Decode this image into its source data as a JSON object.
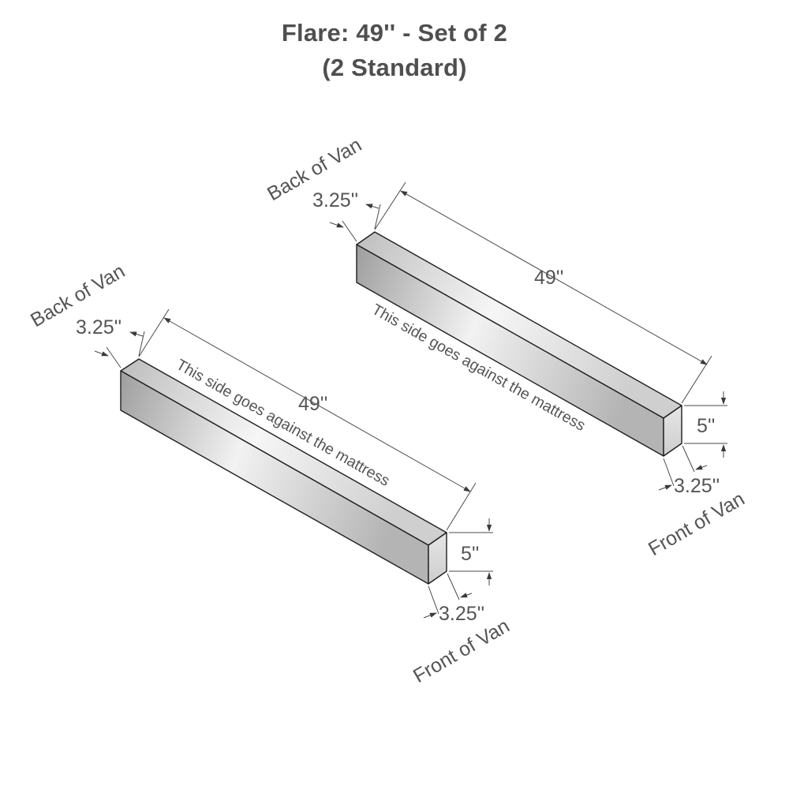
{
  "title": {
    "line1": "Flare:  49'' - Set of 2",
    "line2": "(2 Standard)"
  },
  "pieces": [
    {
      "back_label": "Back of Van",
      "depth_top": "3.25''",
      "length": "49''",
      "side_note": "This side goes against the mattress",
      "height": "5''",
      "depth_bottom": "3.25''",
      "front_label": "Front of Van"
    },
    {
      "back_label": "Back of Van",
      "depth_top": "3.25''",
      "length": "49''",
      "side_note": "This side goes against the mattress",
      "height": "5''",
      "depth_bottom": "3.25''",
      "front_label": "Front of Van"
    }
  ],
  "colors": {
    "text": "#555555",
    "edge": "#1e1e1e",
    "face_light": "#f4f4f4",
    "face_dark": "#b8b8b8"
  }
}
